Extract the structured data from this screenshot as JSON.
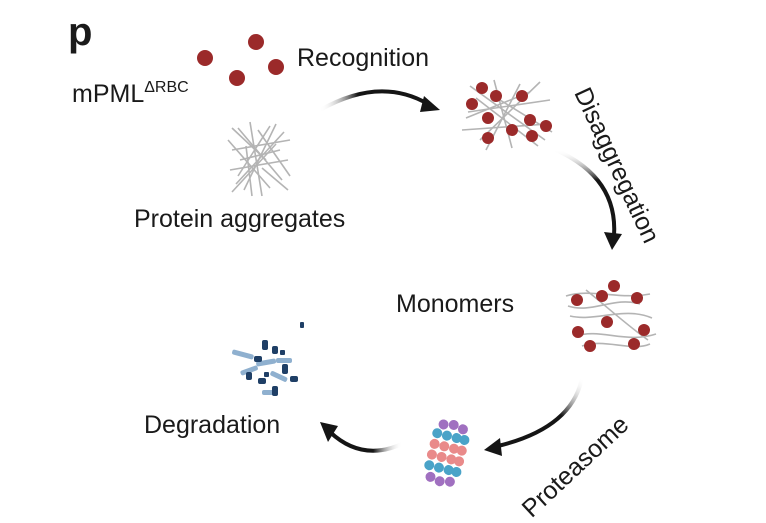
{
  "panel_label": "p",
  "labels": {
    "mpml_base": "mPML",
    "mpml_superscript": "ΔRBC",
    "recognition": "Recognition",
    "protein_aggregates": "Protein aggregates",
    "disaggregation": "Disaggregation",
    "monomers": "Monomers",
    "proteasome": "Proteasome",
    "degradation": "Degradation"
  },
  "colors": {
    "dot": "#9b2a2a",
    "fiber": "#b9b9b9",
    "arrow": "#151515",
    "proteasome_blue": "#4aa3c8",
    "proteasome_pink": "#e98a8a",
    "proteasome_purple": "#a070c0",
    "fragment_dark": "#1f3f66",
    "fragment_light": "#8fb0cf"
  }
}
